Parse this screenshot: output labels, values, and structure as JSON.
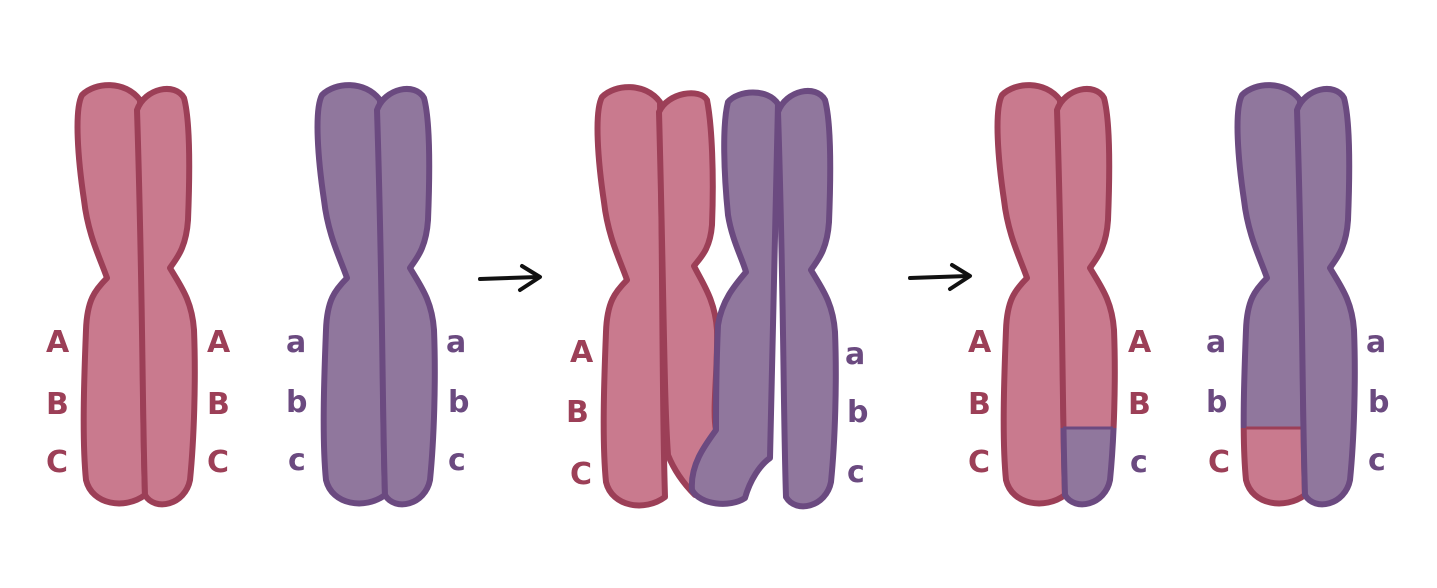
{
  "colors": {
    "pink_fill": "#C97A8E",
    "pink_stroke": "#9C3F57",
    "purple_fill": "#90779D",
    "purple_stroke": "#6B4A80",
    "arrow": "#111111"
  },
  "stage1": {
    "pink": {
      "left_labels": [
        "A",
        "B",
        "C"
      ],
      "right_labels": [
        "A",
        "B",
        "C"
      ]
    },
    "purple": {
      "left_labels": [
        "a",
        "b",
        "c"
      ],
      "right_labels": [
        "a",
        "b",
        "c"
      ]
    }
  },
  "stage2": {
    "left_labels": [
      "A",
      "B",
      "C"
    ],
    "right_labels": [
      "a",
      "b",
      "c"
    ]
  },
  "stage3": {
    "pink": {
      "left_labels": [
        "A",
        "B",
        "C"
      ],
      "right_labels": [
        "A",
        "B",
        "c"
      ]
    },
    "purple": {
      "left_labels": [
        "a",
        "b",
        "C"
      ],
      "right_labels": [
        "a",
        "b",
        "c"
      ]
    }
  },
  "icons": [
    "arrow-right-icon",
    "arrow-right-icon"
  ]
}
